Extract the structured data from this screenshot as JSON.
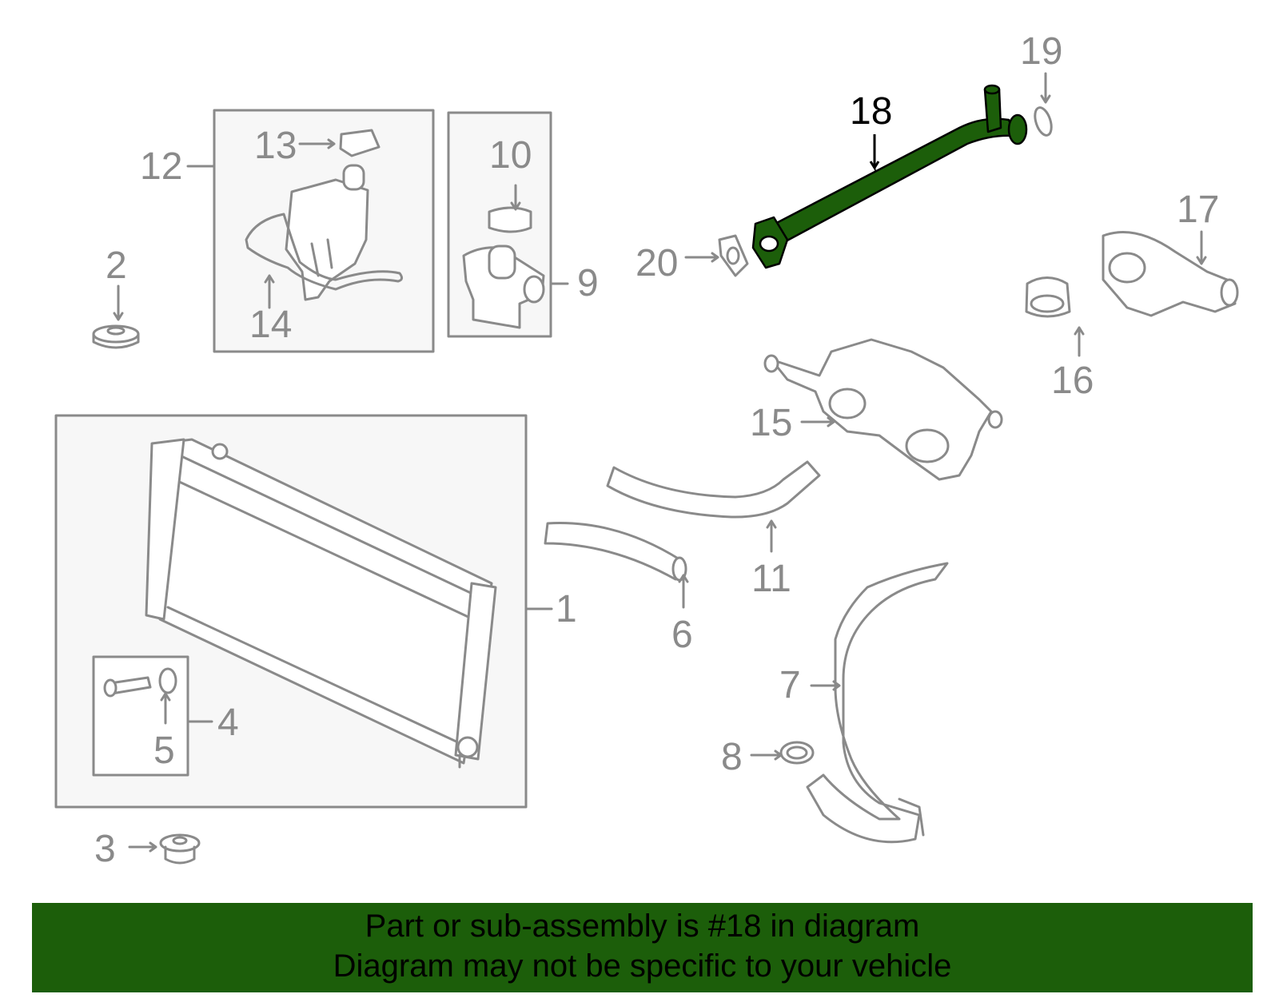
{
  "callouts": {
    "c1": "1",
    "c2": "2",
    "c3": "3",
    "c4": "4",
    "c5": "5",
    "c6": "6",
    "c7": "7",
    "c8": "8",
    "c9": "9",
    "c10": "10",
    "c11": "11",
    "c12": "12",
    "c13": "13",
    "c14": "14",
    "c15": "15",
    "c16": "16",
    "c17": "17",
    "c18": "18",
    "c19": "19",
    "c20": "20"
  },
  "highlight": {
    "part_number": "18",
    "color": "#1c5e0a"
  },
  "banner": {
    "line1": "Part or sub-assembly is #18 in diagram",
    "line2": "Diagram may not be specific to your vehicle"
  },
  "colors": {
    "line": "#8a8a8a",
    "box_fill": "#f7f7f7",
    "highlight_fill": "#1c5e0a",
    "banner_bg": "#1c5e0a"
  }
}
